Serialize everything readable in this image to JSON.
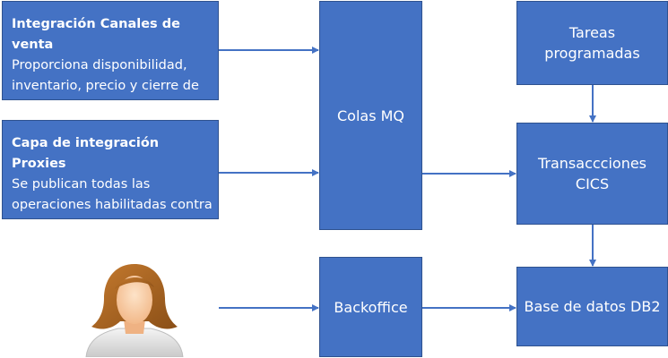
{
  "boxes": {
    "canales": {
      "title": "Integración Canales de venta",
      "description": "Proporciona disponibilidad, inventario, precio y cierre de reservas a canales de venta."
    },
    "proxies": {
      "title": "Capa de integración Proxies",
      "description": "Se publican todas las operaciones habilitadas contra el CRS."
    },
    "colas": {
      "label": "Colas MQ"
    },
    "backoffice": {
      "label": "Backoffice"
    },
    "tareas": {
      "label": "Tareas programadas"
    },
    "cics": {
      "label": "Transaccciones CICS"
    },
    "db2": {
      "label": "Base de datos DB2"
    }
  },
  "colors": {
    "box_fill": "#4472c4",
    "box_border": "#2f528f",
    "text": "#ffffff"
  },
  "icons": {
    "user": "female-user-icon"
  }
}
